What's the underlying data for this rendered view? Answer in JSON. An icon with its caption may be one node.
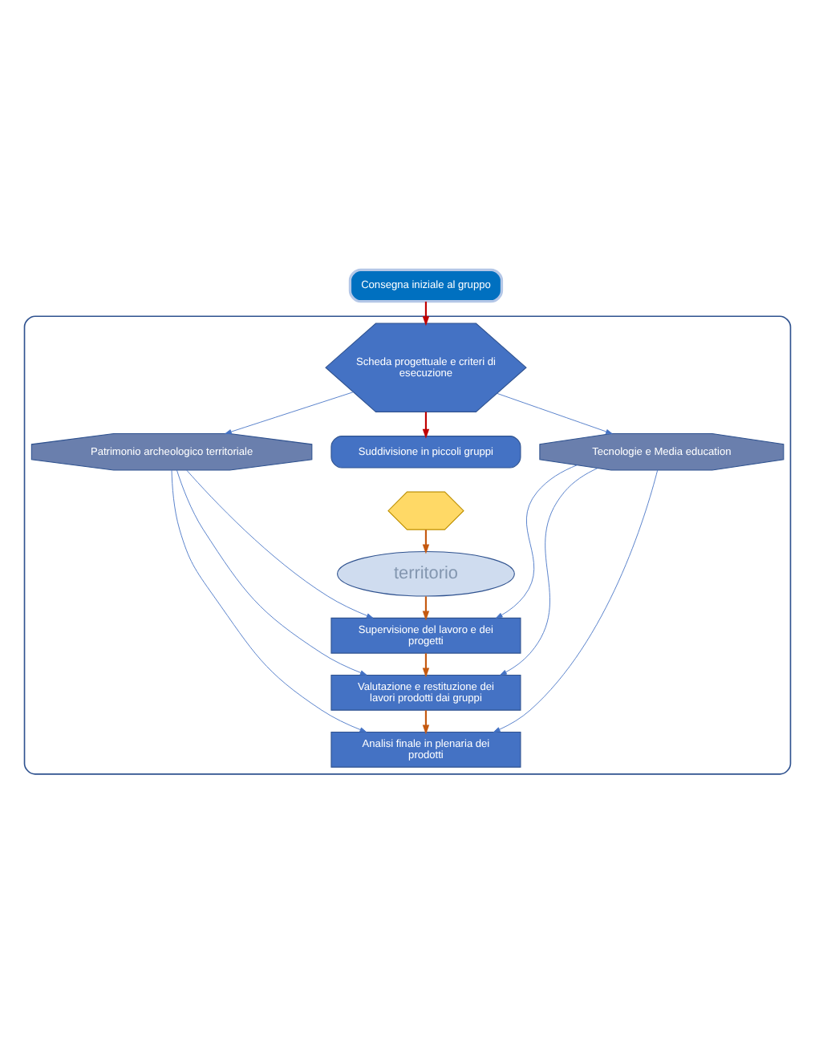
{
  "diagram": {
    "nodes": [
      {
        "text": [],
        "shape": "box"
      },
      {
        "text": [
          "Consegna iniziale al gruppo"
        ]
      },
      {
        "text": [
          "Scheda progettuale e criteri di esecuzione"
        ],
        "in": 0
      },
      {
        "text": [],
        "shape": "hexagon",
        "in": 0
      },
      {
        "text": [
          "Patrimonio archeologico territoriale"
        ],
        "in": 0
      },
      {
        "text": [
          "Suddivisione in piccoli gruppi"
        ],
        "in": 0
      },
      {
        "text": [
          "Tecnologie e Media education"
        ],
        "in": 0
      },
      {
        "text": [
          "territorio"
        ],
        "in": 0
      },
      {
        "text": [
          "Supervisione del lavoro e dei progetti"
        ],
        "in": 0
      },
      {
        "text": [
          "Valutazione e restituzione dei lavori prodotti dai gruppi"
        ],
        "in": 0
      },
      {
        "text": [
          "Analisi finale in plenaria dei prodotti"
        ],
        "in": 0
      }
    ],
    "edges": [
      {
        "from": 1,
        "to": 2,
        "arrow": "to",
        "color": "#c00000"
      },
      {
        "from": 2,
        "to": 4,
        "arrow": "to"
      },
      {
        "from": 2,
        "to": 6,
        "arrow": "to"
      },
      {
        "from": 2,
        "to": 5,
        "arrow": "to",
        "color": "#c00000"
      },
      {
        "from": 3,
        "to": 7,
        "arrow": "to",
        "color": "#c55a11"
      },
      {
        "from": 7,
        "to": 8,
        "arrow": "to",
        "color": "#c55a11"
      },
      {
        "from": 8,
        "to": 9,
        "arrow": "to",
        "color": "#c55a11"
      },
      {
        "from": 9,
        "to": 10,
        "arrow": "to",
        "color": "#c55a11"
      },
      {
        "from": 4,
        "to": 8,
        "arrow": "to"
      },
      {
        "from": 4,
        "to": 9,
        "arrow": "to"
      },
      {
        "from": 4,
        "to": 10,
        "arrow": "to"
      },
      {
        "from": 6,
        "to": 8,
        "arrow": "to"
      },
      {
        "from": 6,
        "to": 9,
        "arrow": "to"
      },
      {
        "from": 6,
        "to": 10,
        "arrow": "to"
      }
    ]
  }
}
